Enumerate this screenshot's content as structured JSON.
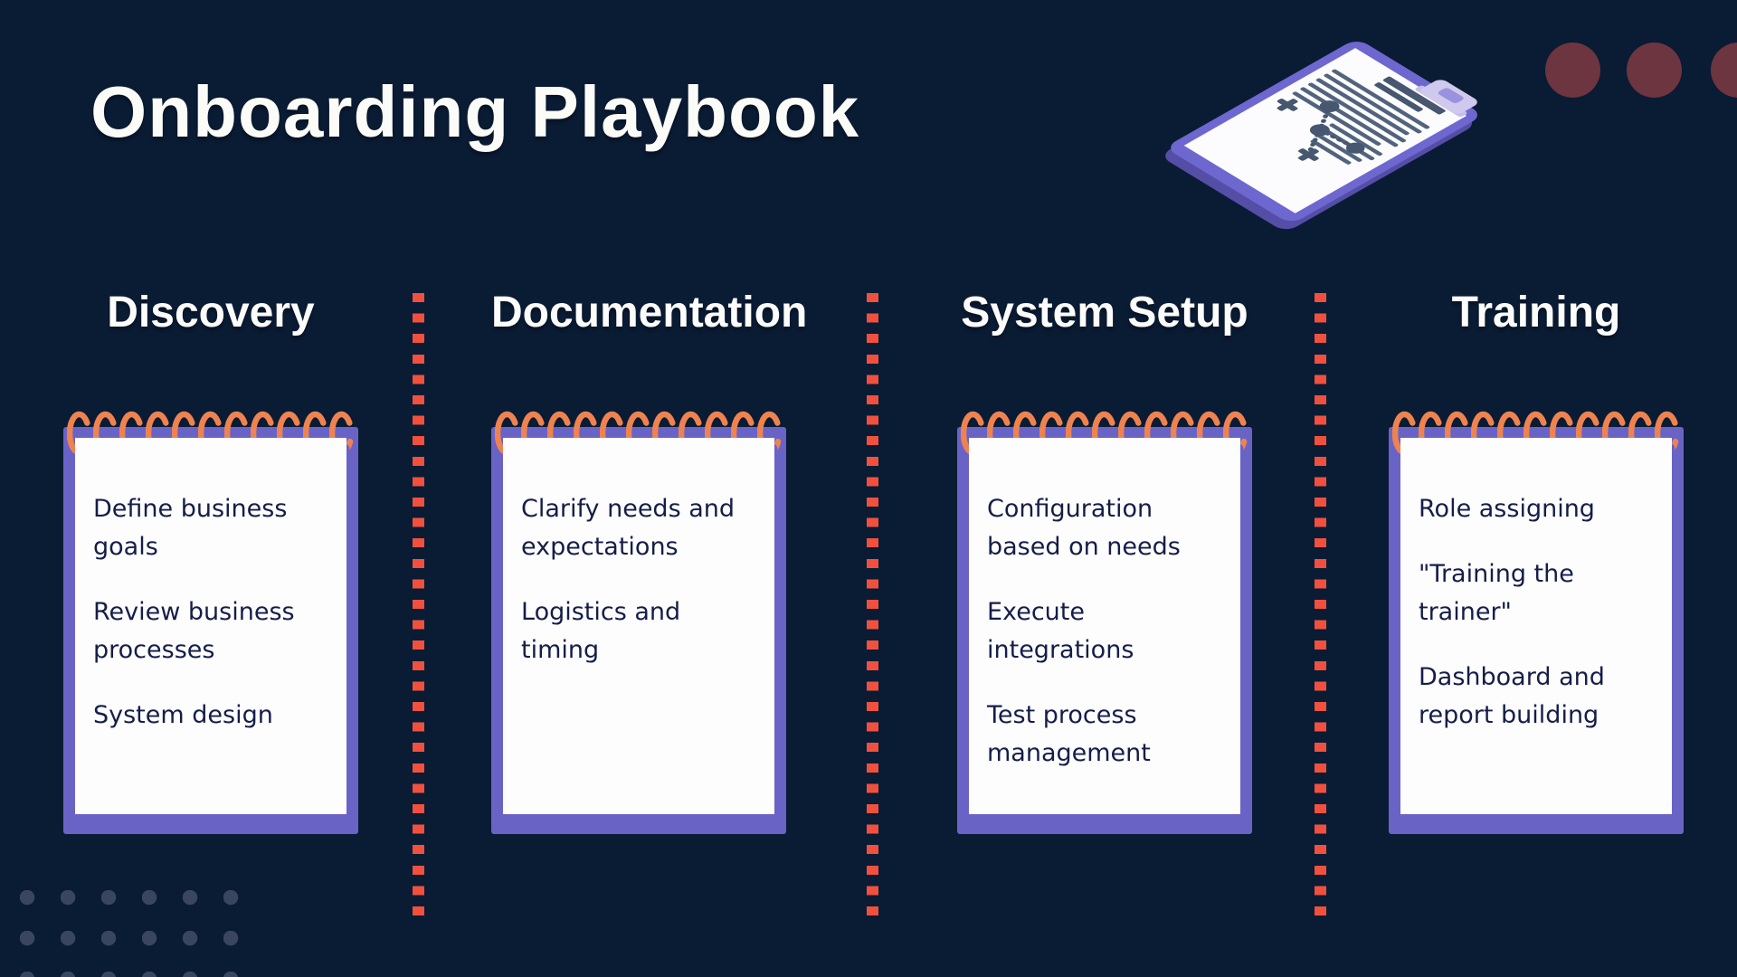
{
  "title": "Onboarding Playbook",
  "columns": [
    {
      "header": "Discovery",
      "items": [
        "Define business goals",
        "Review business processes",
        "System design"
      ]
    },
    {
      "header": "Documentation",
      "items": [
        "Clarify needs and expectations",
        "Logistics and timing"
      ]
    },
    {
      "header": "System Setup",
      "items": [
        "Configuration based on needs",
        "Execute integrations",
        "Test process management"
      ]
    },
    {
      "header": "Training",
      "items": [
        "Role assigning",
        "\"Training the trainer\"",
        "Dashboard and report building"
      ]
    }
  ],
  "colors": {
    "background": "#0A1B34",
    "title_text": "#FBFBF8",
    "body_text": "#151E48",
    "accent_red": "#F2503E",
    "notepad_purple": "#6A63C6",
    "coil_orange": "#EF8350",
    "clipboard_purple": "#6E67CF",
    "clipboard_shadow": "#544EA6",
    "clipboard_line_slate": "#51637D",
    "clip_lilac": "#CFC9EE",
    "maroon_circle": "#6D3540",
    "dot_grid": "#3A4660",
    "paper_white": "#FDFDFE"
  },
  "decorations": {
    "clipboard_icon": "clipboard-strategy-plan-illustration",
    "divider_style": "red dotted vertical line",
    "divider_count": 3,
    "corner_circle_count": 3,
    "spiral_rings_per_notepad": 11
  }
}
